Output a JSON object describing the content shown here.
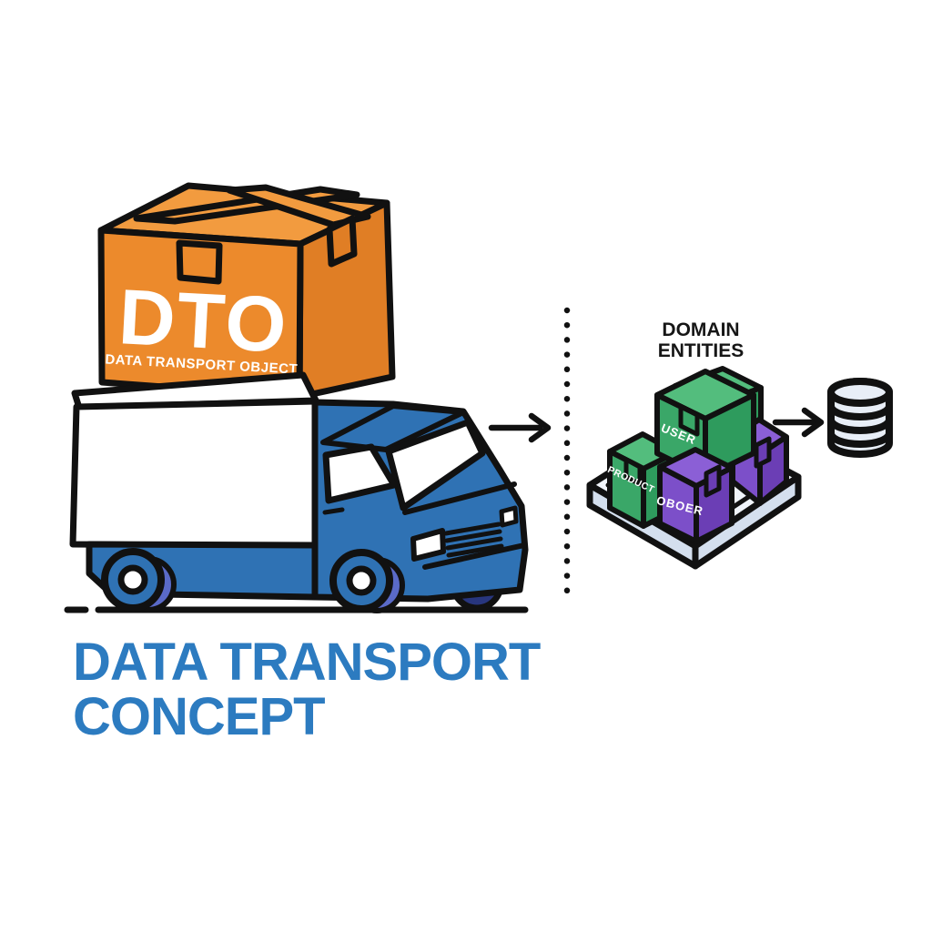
{
  "colors": {
    "outline": "#111111",
    "white": "#ffffff",
    "orange_front": "#EC8A2C",
    "orange_top": "#F29B3F",
    "orange_side": "#E07E25",
    "truck_blue": "#2F72B4",
    "wheel_shadow": "#5A6AC8",
    "wheel_dark": "#28367E",
    "title_blue": "#2C7BC0",
    "heading_black": "#161616",
    "green_front": "#3AA768",
    "green_top": "#53BD7D",
    "green_side": "#2E9B5D",
    "purple_front": "#7C4FC9",
    "purple_top": "#8B5FD6",
    "purple_side": "#6B3EB5",
    "pallet_top": "#F0F4FA",
    "pallet_side": "#D4DFEE",
    "db_fill": "#E8EEF7"
  },
  "dto_box": {
    "label": "DTO",
    "sublabel": "DATA TRANSPORT OBJECT"
  },
  "domain_entities": {
    "heading_line1": "DOMAIN",
    "heading_line2": "ENTITIES",
    "boxes": [
      {
        "label": "USER"
      },
      {
        "label": "PRODUCT"
      },
      {
        "label": "OBOER"
      }
    ]
  },
  "title": {
    "line1": "DATA TRANSPORT",
    "line2": "CONCEPT"
  }
}
